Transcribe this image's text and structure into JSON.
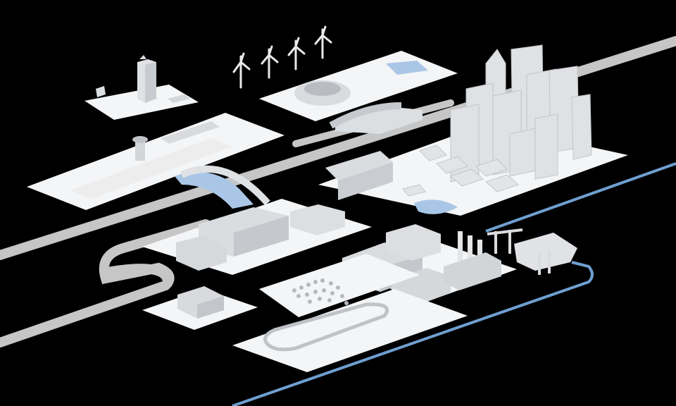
{
  "scene": {
    "background": "#000000",
    "tile_color": "#f4f5f7",
    "building_light": "#e6e8eb",
    "building_mid": "#cfd2d6",
    "building_dark": "#b6b9be",
    "road_color": "#c9c9c9",
    "water_color": "#a9c6e6",
    "rail_line_color": "#6f9fd0",
    "zones": [
      "tower-zone",
      "airport-zone",
      "stadium-zone",
      "wind-farm",
      "downtown-zone",
      "warehouse-zone",
      "arena-zone",
      "factory-zone",
      "port-zone",
      "racetrack-zone"
    ]
  }
}
